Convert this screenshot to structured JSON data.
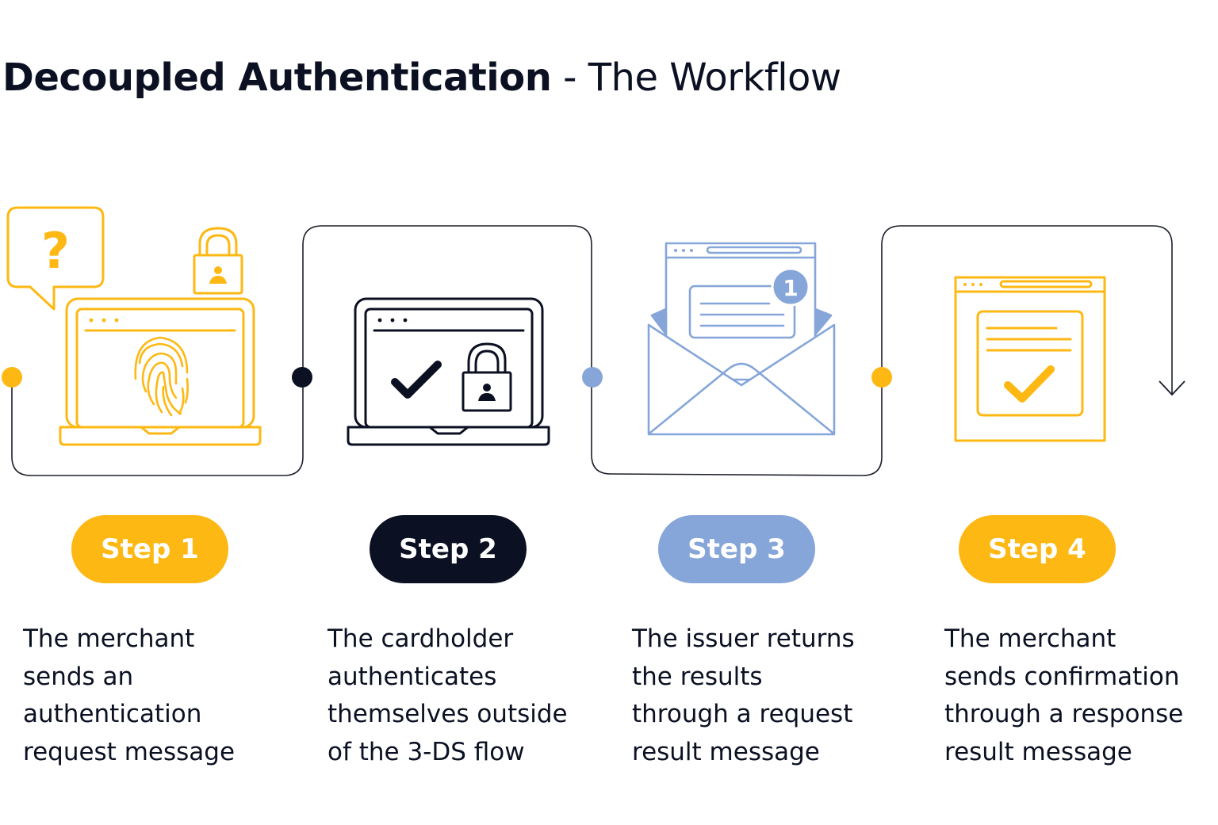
{
  "title": {
    "bold": "Decoupled Authentication",
    "rest": " - The Workflow"
  },
  "colors": {
    "yellow": "#FDB813",
    "navy": "#0B1122",
    "blue": "#86A6D9",
    "line": "#1B1F2A"
  },
  "icons": {
    "step1": "fingerprint-laptop-icon",
    "step2": "unlocked-laptop-icon",
    "step3": "envelope-notification-icon",
    "step4": "approved-document-icon"
  },
  "steps": [
    {
      "label": "Step 1",
      "lines": [
        "The merchant",
        "sends an",
        "authentication",
        "request message"
      ]
    },
    {
      "label": "Step 2",
      "lines": [
        "The cardholder",
        "authenticates",
        "themselves outside",
        "of the 3-DS flow"
      ]
    },
    {
      "label": "Step 3",
      "lines": [
        "The issuer returns",
        "the results",
        "through a request",
        "result message"
      ]
    },
    {
      "label": "Step 4",
      "lines": [
        "The merchant",
        "sends confirmation",
        "through a response",
        "result message"
      ]
    }
  ],
  "notification_count": "1",
  "question_mark": "?"
}
